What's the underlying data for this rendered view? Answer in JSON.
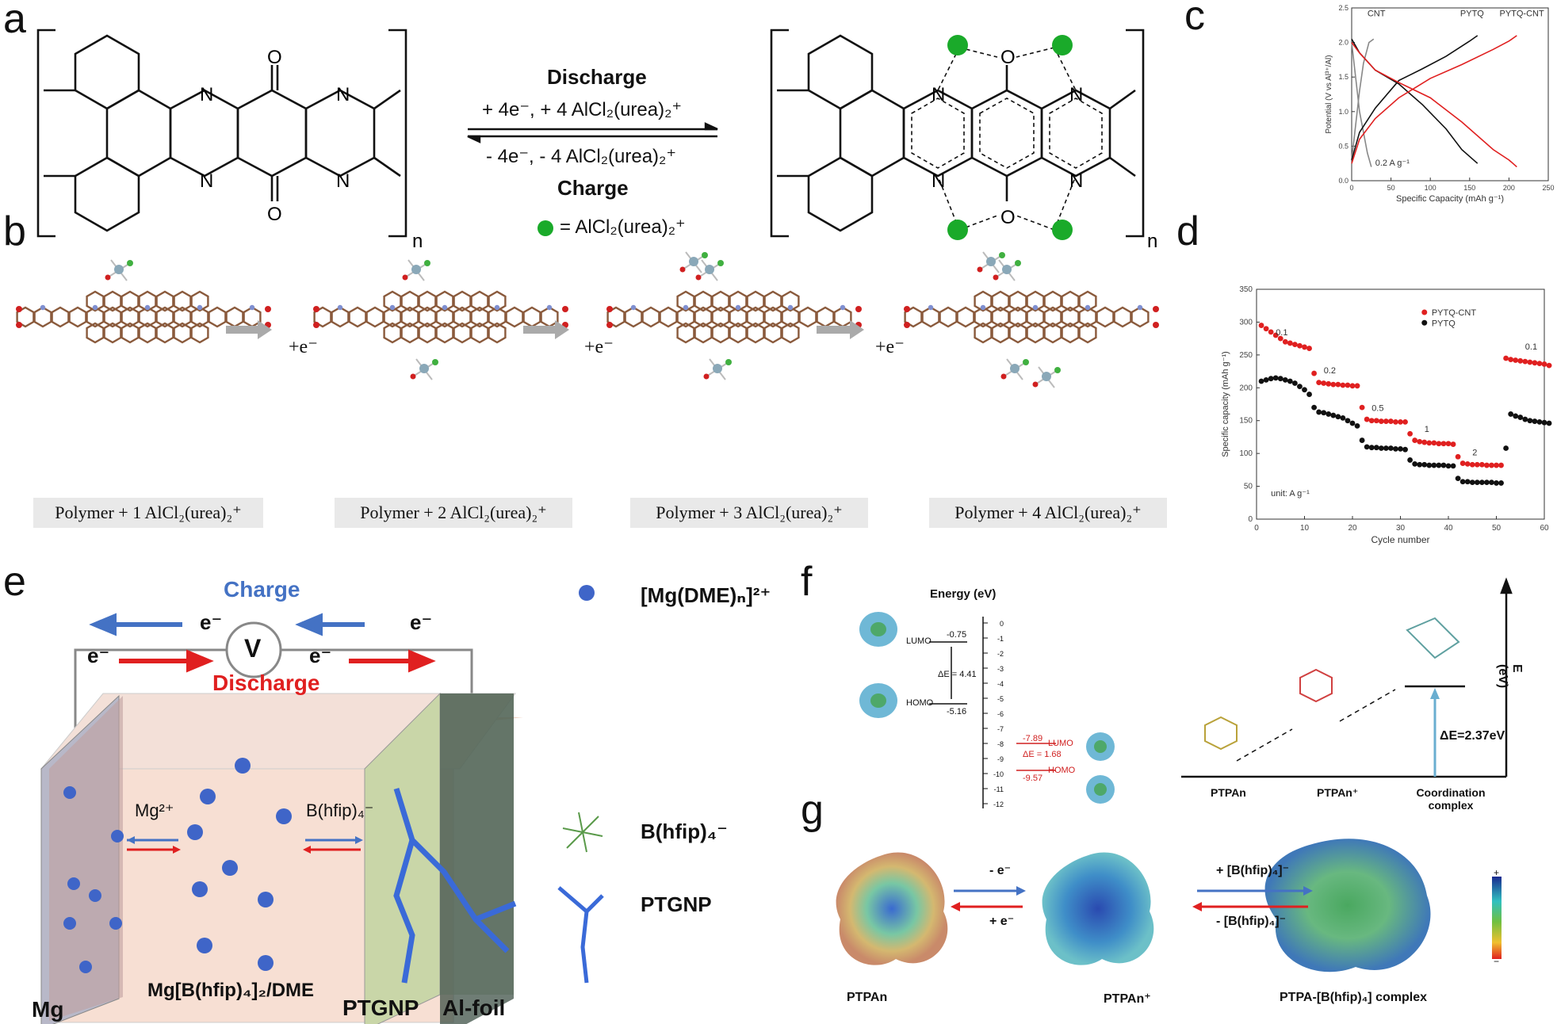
{
  "panels": {
    "a": "a",
    "b": "b",
    "c": "c",
    "d": "d",
    "e": "e",
    "f": "f",
    "g": "g"
  },
  "panel_a": {
    "discharge": "Discharge",
    "discharge_cond": "+ 4e⁻, + 4 AlCl₂(urea)₂⁺",
    "charge_cond": "- 4e⁻, - 4 AlCl₂(urea)₂⁺",
    "charge": "Charge",
    "legend": "= AlCl₂(urea)₂⁺",
    "atom_N": "N",
    "atom_O": "O",
    "subscript_n": "n",
    "green": "#1aaa2a"
  },
  "panel_b": {
    "arrow_label": "+e⁻",
    "captions": [
      "Polymer + 1 AlCl₂(urea)₂⁺",
      "Polymer + 2 AlCl₂(urea)₂⁺",
      "Polymer + 3 AlCl₂(urea)₂⁺",
      "Polymer + 4 AlCl₂(urea)₂⁺"
    ],
    "carbon_color": "#8a5a3c",
    "oxygen_color": "#d02020",
    "nitrogen_color": "#7f8fd0"
  },
  "panel_e": {
    "charge": "Charge",
    "discharge": "Discharge",
    "voltmeter": "V",
    "electron": "e⁻",
    "mg_ion": "Mg²⁺",
    "anion": "B(hfip)₄⁻",
    "electrolyte": "Mg[B(hfip)₄]₂/DME",
    "mg": "Mg",
    "ptgnp": "PTGNP",
    "alfoil": "Al-foil",
    "legend": [
      "[Mg(DME)ₙ]²⁺",
      "B(hfip)₄⁻",
      "PTGNP"
    ],
    "charge_color": "#4472c4",
    "discharge_color": "#e02020"
  },
  "panel_f": {
    "energy_title": "Energy (eV)",
    "lumo": "LUMO",
    "homo": "HOMO",
    "lumo1": "-0.75",
    "homo1": "-5.16",
    "gap1": "ΔE = 4.41",
    "lumo2": "-7.89",
    "homo2": "-9.57",
    "gap2": "ΔE = 1.68",
    "axis_ticks": [
      "0",
      "-1",
      "-2",
      "-3",
      "-4",
      "-5",
      "-6",
      "-7",
      "-8",
      "-9",
      "-10",
      "-11",
      "-12"
    ],
    "gap3": "ΔE=2.37eV",
    "e_axis": "E (eV)",
    "species": [
      "PTPAn",
      "PTPAn⁺",
      "Coordination complex"
    ]
  },
  "panel_g": {
    "arrow1_top": "- e⁻",
    "arrow1_bottom": "+ e⁻",
    "arrow2_top": "+ [B(hfip)₄]⁻",
    "arrow2_bottom": "- [B(hfip)₄]⁻",
    "labels": [
      "PTPAn",
      "PTPAn⁺",
      "PTPA-[B(hfip)₄] complex"
    ],
    "scale_top": "+",
    "scale_bottom": "−"
  },
  "chart_data": [
    {
      "type": "line",
      "panel": "c",
      "xlabel": "Specific Capacity (mAh g⁻¹)",
      "ylabel": "Potential (V vs Al³⁺/Al)",
      "xlim": [
        0,
        250
      ],
      "ylim": [
        0.0,
        2.5
      ],
      "xticks": [
        "0",
        "50",
        "100",
        "150",
        "200",
        "250"
      ],
      "yticks": [
        "0.0",
        "0.5",
        "1.0",
        "1.5",
        "2.0",
        "2.5"
      ],
      "annotations": [
        "CNT",
        "PYTQ",
        "PYTQ-CNT",
        "0.2 A g⁻¹"
      ],
      "series": [
        {
          "name": "CNT",
          "color": "#888888",
          "x": [
            0,
            5,
            10,
            15,
            20,
            25
          ],
          "y": [
            2.0,
            1.5,
            1.0,
            0.7,
            0.4,
            0.2
          ]
        },
        {
          "name": "CNT charge",
          "color": "#888888",
          "x": [
            0,
            5,
            10,
            15,
            22,
            28
          ],
          "y": [
            0.3,
            0.8,
            1.3,
            1.7,
            2.0,
            2.05
          ]
        },
        {
          "name": "PYTQ discharge",
          "color": "#111111",
          "x": [
            0,
            10,
            30,
            60,
            90,
            120,
            140,
            160
          ],
          "y": [
            2.05,
            1.85,
            1.6,
            1.4,
            1.1,
            0.75,
            0.45,
            0.25
          ]
        },
        {
          "name": "PYTQ charge",
          "color": "#111111",
          "x": [
            0,
            10,
            30,
            60,
            90,
            120,
            150,
            160
          ],
          "y": [
            0.3,
            0.7,
            1.05,
            1.45,
            1.62,
            1.8,
            2.02,
            2.1
          ]
        },
        {
          "name": "PYTQ-CNT discharge",
          "color": "#e02020",
          "x": [
            0,
            10,
            30,
            60,
            100,
            140,
            180,
            200,
            210
          ],
          "y": [
            2.0,
            1.85,
            1.6,
            1.42,
            1.2,
            0.85,
            0.45,
            0.3,
            0.2
          ]
        },
        {
          "name": "PYTQ-CNT charge",
          "color": "#e02020",
          "x": [
            0,
            10,
            30,
            60,
            100,
            140,
            180,
            200,
            210
          ],
          "y": [
            0.25,
            0.6,
            0.9,
            1.2,
            1.48,
            1.68,
            1.9,
            2.02,
            2.1
          ]
        }
      ]
    },
    {
      "type": "scatter",
      "panel": "d",
      "xlabel": "Cycle number",
      "ylabel": "Specific capacity (mAh g⁻¹)",
      "xlim": [
        0,
        60
      ],
      "ylim": [
        0,
        350
      ],
      "xticks": [
        "0",
        "10",
        "20",
        "30",
        "40",
        "50",
        "60"
      ],
      "yticks": [
        "0",
        "50",
        "100",
        "150",
        "200",
        "250",
        "300",
        "350"
      ],
      "rate_labels": [
        "0.1",
        "0.2",
        "0.5",
        "1",
        "2",
        "0.1"
      ],
      "unit_note": "unit: A g⁻¹",
      "legend_position": "top-right",
      "series": [
        {
          "name": "PYTQ-CNT",
          "color": "#e02020",
          "y": [
            295,
            290,
            285,
            280,
            275,
            270,
            268,
            266,
            264,
            262,
            260,
            222,
            208,
            207,
            206,
            205,
            205,
            204,
            204,
            203,
            203,
            170,
            152,
            150,
            150,
            149,
            149,
            149,
            148,
            148,
            148,
            130,
            120,
            118,
            117,
            116,
            116,
            115,
            115,
            115,
            114,
            95,
            85,
            84,
            83,
            83,
            83,
            82,
            82,
            82,
            82,
            245,
            243,
            242,
            241,
            240,
            239,
            238,
            237,
            236,
            234
          ]
        },
        {
          "name": "PYTQ",
          "color": "#111111",
          "y": [
            210,
            212,
            214,
            215,
            214,
            212,
            210,
            207,
            202,
            197,
            190,
            170,
            163,
            162,
            160,
            158,
            156,
            154,
            150,
            146,
            142,
            120,
            110,
            109,
            109,
            108,
            108,
            108,
            107,
            107,
            106,
            90,
            84,
            83,
            83,
            82,
            82,
            82,
            82,
            81,
            81,
            62,
            57,
            57,
            56,
            56,
            56,
            56,
            56,
            55,
            55,
            108,
            160,
            157,
            155,
            152,
            150,
            149,
            148,
            147,
            146
          ]
        }
      ]
    }
  ]
}
